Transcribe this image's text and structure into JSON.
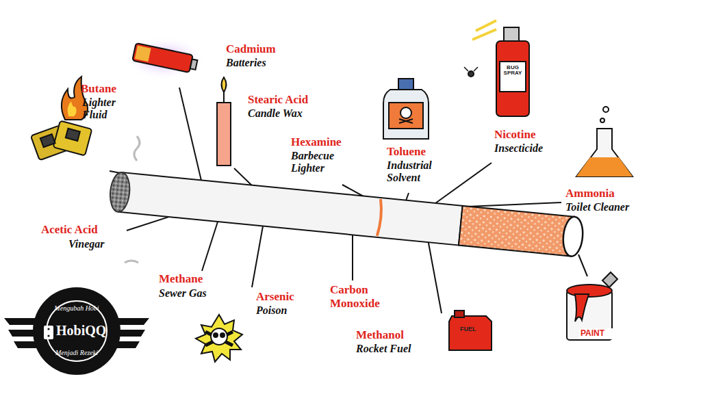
{
  "diagram": {
    "labels": [
      "Cadmium",
      "Batteries",
      "Stearic Acid",
      "Candle Wax",
      "Butane",
      "Lighter Fluid",
      "BUG SPRAY",
      "Nicotine",
      "Insecticide",
      "Hexamine",
      "Barbecue Lighter",
      "Toluene",
      "Industrial Solvent",
      "Ammonia",
      "Toilet Cleaner",
      "Acetic Acid",
      "Vinegar",
      "Methane",
      "Sewer Gas",
      "Arsenic",
      "Poison",
      "Carbon Monoxide",
      "Methanol",
      "Rocket Fuel",
      "FUEL",
      "PAINT",
      "Mengubah Hobi",
      "HobiQQ",
      "Menjadi Rezeki"
    ]
  }
}
